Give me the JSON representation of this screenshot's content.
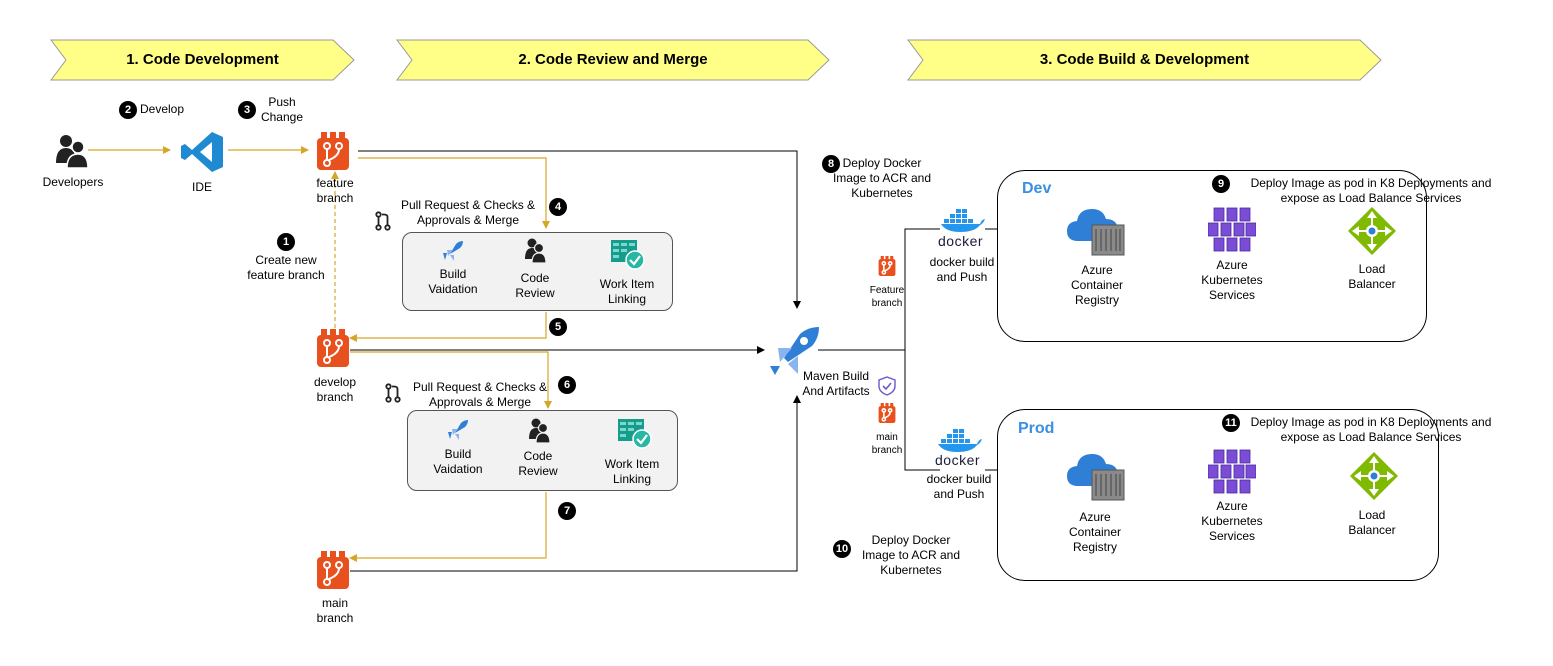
{
  "phases": [
    {
      "label": "1. Code Development"
    },
    {
      "label": "2. Code Review and Merge"
    },
    {
      "label": "3. Code Build & Development"
    }
  ],
  "steps": {
    "s1": {
      "num": "1",
      "text": "Create new feature branch"
    },
    "s2": {
      "num": "2",
      "text": "Develop"
    },
    "s3": {
      "num": "3",
      "text": "Push Change"
    },
    "s4": {
      "num": "4",
      "text": "Pull Request & Checks & Approvals & Merge"
    },
    "s5": {
      "num": "5"
    },
    "s6": {
      "num": "6",
      "text": "Pull Request & Checks & Approvals & Merge"
    },
    "s7": {
      "num": "7"
    },
    "s8": {
      "num": "8",
      "text": "Deploy Docker Image to ACR and Kubernetes"
    },
    "s9": {
      "num": "9",
      "text": "Deploy Image as pod in K8 Deployments and expose as Load Balance Services"
    },
    "s10": {
      "num": "10",
      "text": "Deploy Docker Image to ACR and Kubernetes"
    },
    "s11": {
      "num": "11",
      "text": "Deploy Image as pod in K8 Deployments and expose as Load Balance Services"
    }
  },
  "nodes": {
    "developers": "Developers",
    "ide": "IDE",
    "feature_branch": "feature branch",
    "develop_branch": "develop branch",
    "main_branch": "main branch",
    "maven": "Maven Build And Artifacts",
    "feature_branch_small": "Feature branch",
    "main_branch_small": "main branch"
  },
  "review_cards": [
    {
      "build": "Build Vaidation",
      "code": "Code Review",
      "work": "Work Item Linking"
    },
    {
      "build": "Build Vaidation",
      "code": "Code Review",
      "work": "Work Item Linking"
    }
  ],
  "environments": [
    {
      "title": "Dev",
      "docker": "docker",
      "docker_label": "docker build and Push",
      "acr": "Azure Container Registry",
      "aks": "Azure Kubernetes Services",
      "lb": "Load Balancer"
    },
    {
      "title": "Prod",
      "docker": "docker",
      "docker_label": "docker build and Push",
      "acr": "Azure Container Registry",
      "aks": "Azure Kubernetes Services",
      "lb": "Load Balancer"
    }
  ],
  "colors": {
    "phase_fill": "#ffff88",
    "git_orange": "#e8501e",
    "flow_gold": "#d6a628",
    "azure_blue": "#2f7fd6",
    "aks_purple": "#7b4dd6",
    "lb_green": "#7fba00",
    "env_title": "#3a8fe0"
  }
}
